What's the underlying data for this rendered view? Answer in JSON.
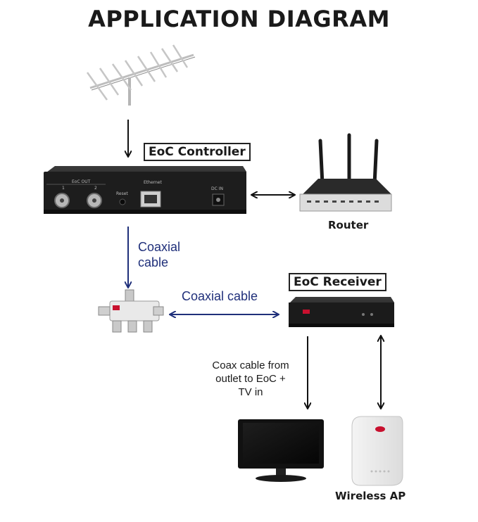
{
  "title": "APPLICATION DIAGRAM",
  "labels": {
    "eoc_controller": "EoC Controller",
    "eoc_receiver": "EoC Receiver",
    "router": "Router",
    "wireless_ap": "Wireless AP"
  },
  "connections": {
    "coaxial_vertical_line1": "Coaxial",
    "coaxial_vertical_line2": "cable",
    "coaxial_horizontal": "Coaxial cable",
    "tv_note_line1": "Coax cable from",
    "tv_note_line2": "outlet to EoC +",
    "tv_note_line3": "TV in"
  },
  "device_markings": {
    "controller_eoc_out": "EoC OUT",
    "controller_port_1": "1",
    "controller_port_2": "2",
    "controller_reset": "Reset",
    "controller_ethernet": "Ethernet",
    "controller_dc_in": "DC IN"
  },
  "colors": {
    "blue_arrow": "#1f2f7a",
    "black_arrow": "#111111",
    "brand_red": "#c8102e"
  }
}
